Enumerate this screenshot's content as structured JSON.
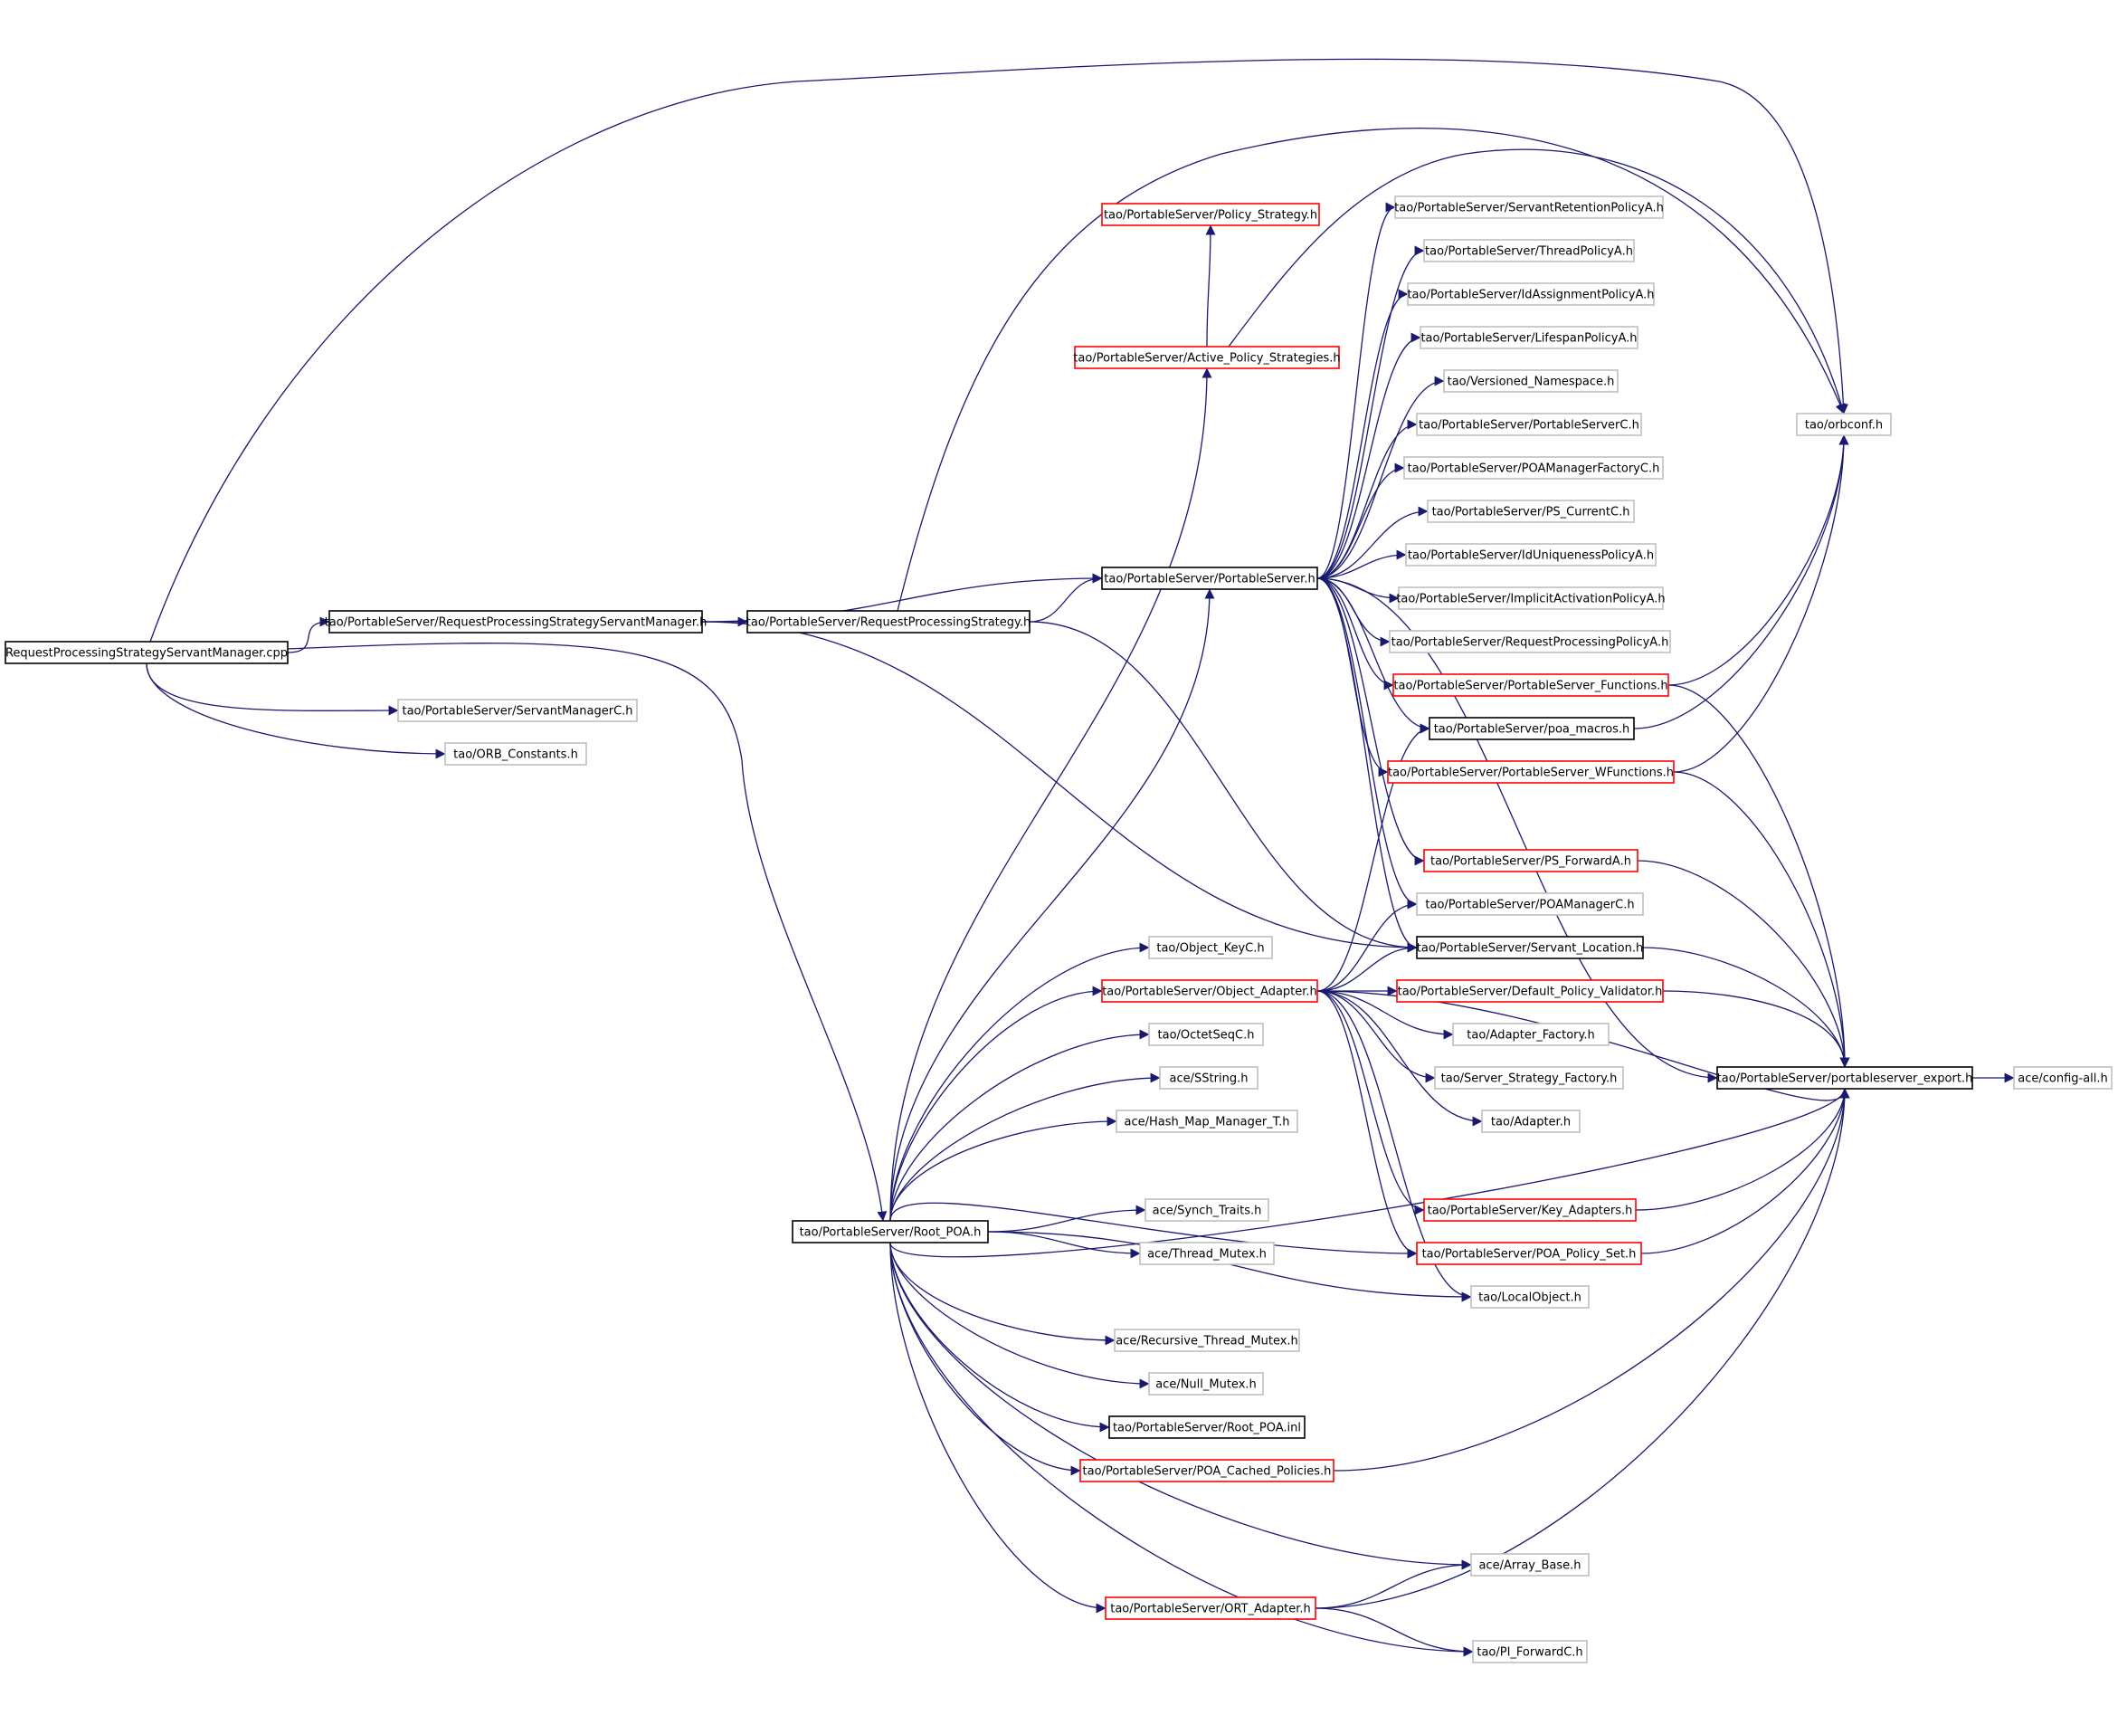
{
  "colors": {
    "edge": "#191970",
    "border_normal": "#000000",
    "border_truncated": "#ff0000",
    "border_external": "#bfbfbf",
    "root_fill": "#bfbfbf"
  },
  "nodes": [
    {
      "id": "root",
      "label": "RequestProcessingStrategyServantManager.cpp",
      "kind": "root"
    },
    {
      "id": "rpsm",
      "label": "tao/PortableServer/RequestProcessingStrategyServantManager.h",
      "kind": "normal"
    },
    {
      "id": "rps",
      "label": "tao/PortableServer/RequestProcessingStrategy.h",
      "kind": "normal"
    },
    {
      "id": "smc",
      "label": "tao/PortableServer/ServantManagerC.h",
      "kind": "external"
    },
    {
      "id": "orbc",
      "label": "tao/ORB_Constants.h",
      "kind": "external"
    },
    {
      "id": "pstrat",
      "label": "tao/PortableServer/Policy_Strategy.h",
      "kind": "truncated"
    },
    {
      "id": "aps",
      "label": "tao/PortableServer/Active_Policy_Strategies.h",
      "kind": "truncated"
    },
    {
      "id": "ps",
      "label": "tao/PortableServer/PortableServer.h",
      "kind": "normal"
    },
    {
      "id": "srp",
      "label": "tao/PortableServer/ServantRetentionPolicyA.h",
      "kind": "external"
    },
    {
      "id": "tp",
      "label": "tao/PortableServer/ThreadPolicyA.h",
      "kind": "external"
    },
    {
      "id": "iap",
      "label": "tao/PortableServer/IdAssignmentPolicyA.h",
      "kind": "external"
    },
    {
      "id": "lp",
      "label": "tao/PortableServer/LifespanPolicyA.h",
      "kind": "external"
    },
    {
      "id": "vns",
      "label": "tao/Versioned_Namespace.h",
      "kind": "external"
    },
    {
      "id": "psc",
      "label": "tao/PortableServer/PortableServerC.h",
      "kind": "external"
    },
    {
      "id": "pmfc",
      "label": "tao/PortableServer/POAManagerFactoryC.h",
      "kind": "external"
    },
    {
      "id": "pscur",
      "label": "tao/PortableServer/PS_CurrentC.h",
      "kind": "external"
    },
    {
      "id": "iup",
      "label": "tao/PortableServer/IdUniquenessPolicyA.h",
      "kind": "external"
    },
    {
      "id": "iactp",
      "label": "tao/PortableServer/ImplicitActivationPolicyA.h",
      "kind": "external"
    },
    {
      "id": "rpp",
      "label": "tao/PortableServer/RequestProcessingPolicyA.h",
      "kind": "external"
    },
    {
      "id": "psf",
      "label": "tao/PortableServer/PortableServer_Functions.h",
      "kind": "truncated"
    },
    {
      "id": "pm",
      "label": "tao/PortableServer/poa_macros.h",
      "kind": "normal"
    },
    {
      "id": "pswf",
      "label": "tao/PortableServer/PortableServer_WFunctions.h",
      "kind": "truncated"
    },
    {
      "id": "psfa",
      "label": "tao/PortableServer/PS_ForwardA.h",
      "kind": "truncated"
    },
    {
      "id": "pmc",
      "label": "tao/PortableServer/POAManagerC.h",
      "kind": "external"
    },
    {
      "id": "sl",
      "label": "tao/PortableServer/Servant_Location.h",
      "kind": "normal"
    },
    {
      "id": "orbconf",
      "label": "tao/orbconf.h",
      "kind": "external"
    },
    {
      "id": "okc",
      "label": "tao/Object_KeyC.h",
      "kind": "external"
    },
    {
      "id": "oa",
      "label": "tao/PortableServer/Object_Adapter.h",
      "kind": "truncated"
    },
    {
      "id": "dpv",
      "label": "tao/PortableServer/Default_Policy_Validator.h",
      "kind": "truncated"
    },
    {
      "id": "af",
      "label": "tao/Adapter_Factory.h",
      "kind": "external"
    },
    {
      "id": "ssf",
      "label": "tao/Server_Strategy_Factory.h",
      "kind": "external"
    },
    {
      "id": "adp",
      "label": "tao/Adapter.h",
      "kind": "external"
    },
    {
      "id": "pse",
      "label": "tao/PortableServer/portableserver_export.h",
      "kind": "normal"
    },
    {
      "id": "aca",
      "label": "ace/config-all.h",
      "kind": "external"
    },
    {
      "id": "osc",
      "label": "tao/OctetSeqC.h",
      "kind": "external"
    },
    {
      "id": "ss",
      "label": "ace/SString.h",
      "kind": "external"
    },
    {
      "id": "hmm",
      "label": "ace/Hash_Map_Manager_T.h",
      "kind": "external"
    },
    {
      "id": "ka",
      "label": "tao/PortableServer/Key_Adapters.h",
      "kind": "truncated"
    },
    {
      "id": "rpoa",
      "label": "tao/PortableServer/Root_POA.h",
      "kind": "normal"
    },
    {
      "id": "st",
      "label": "ace/Synch_Traits.h",
      "kind": "external"
    },
    {
      "id": "ppset",
      "label": "tao/PortableServer/POA_Policy_Set.h",
      "kind": "truncated"
    },
    {
      "id": "tm",
      "label": "ace/Thread_Mutex.h",
      "kind": "external"
    },
    {
      "id": "lo",
      "label": "tao/LocalObject.h",
      "kind": "external"
    },
    {
      "id": "rtm",
      "label": "ace/Recursive_Thread_Mutex.h",
      "kind": "external"
    },
    {
      "id": "nm",
      "label": "ace/Null_Mutex.h",
      "kind": "external"
    },
    {
      "id": "rpinl",
      "label": "tao/PortableServer/Root_POA.inl",
      "kind": "normal"
    },
    {
      "id": "pcp",
      "label": "tao/PortableServer/POA_Cached_Policies.h",
      "kind": "truncated"
    },
    {
      "id": "ab",
      "label": "ace/Array_Base.h",
      "kind": "external"
    },
    {
      "id": "orta",
      "label": "tao/PortableServer/ORT_Adapter.h",
      "kind": "truncated"
    },
    {
      "id": "pifc",
      "label": "tao/PI_ForwardC.h",
      "kind": "external"
    }
  ]
}
